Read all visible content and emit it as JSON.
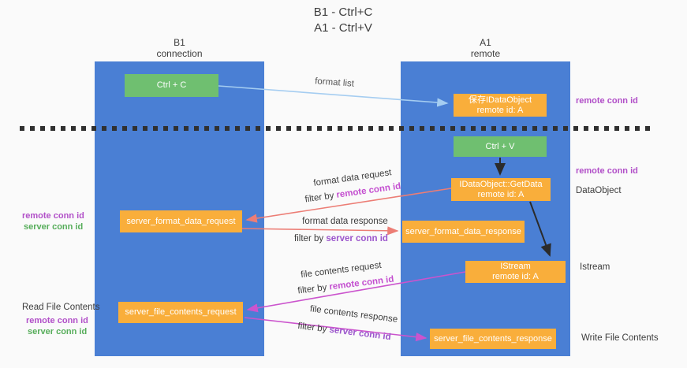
{
  "title": {
    "line1": "B1 - Ctrl+C",
    "line2": "A1 - Ctrl+V"
  },
  "lanes": {
    "left": {
      "name": "B1",
      "role": "connection"
    },
    "right": {
      "name": "A1",
      "role": "remote"
    }
  },
  "nodes": {
    "ctrl_c": {
      "label": "Ctrl + C"
    },
    "save_idataobject": {
      "line1": "保存IDataObject",
      "line2": "remote id: A"
    },
    "ctrl_v": {
      "label": "Ctrl + V"
    },
    "idataobject_getdata": {
      "line1": "IDataObject::GetData",
      "line2": "remote id: A"
    },
    "server_format_data_request": {
      "label": "server_format_data_request"
    },
    "server_format_data_response": {
      "label": "server_format_data_response"
    },
    "istream": {
      "line1": "IStream",
      "line2": "remote id: A"
    },
    "server_file_contents_request": {
      "label": "server_file_contents_request"
    },
    "server_file_contents_response": {
      "label": "server_file_contents_response"
    }
  },
  "annotations": {
    "right": {
      "remote_conn_id_top": "remote conn id",
      "remote_conn_id_mid": "remote conn id",
      "dataobject": "DataObject",
      "istream": "Istream",
      "write_file_contents": "Write File Contents"
    },
    "left": {
      "remote_conn_id_top": "remote conn id",
      "server_conn_id_top": "server conn id",
      "read_file_contents": "Read File Contents",
      "remote_conn_id_bottom": "remote conn id",
      "server_conn_id_bottom": "server conn id"
    }
  },
  "arrows": {
    "format_list": {
      "label": "format list"
    },
    "format_data_request": {
      "label": "format data request",
      "filter_prefix": "filter by ",
      "filter_key": "remote conn id"
    },
    "format_data_response": {
      "label": "format data response",
      "filter_prefix": "filter by ",
      "filter_key": "server conn id"
    },
    "file_contents_request": {
      "label": "file contents request",
      "filter_prefix": "filter by ",
      "filter_key": "remote conn id"
    },
    "file_contents_response": {
      "label": "file contents response",
      "filter_prefix": "filter by ",
      "filter_key": "server conn id"
    }
  },
  "colors": {
    "lane_blue": "#4a7fd4",
    "box_orange": "#f9ae3b",
    "box_green": "#6fbf70",
    "arrow_blue": "#a5cdf1",
    "arrow_red": "#ec7d75",
    "arrow_magenta": "#cb54cd",
    "arrow_black": "#2b2b2b",
    "label_purple": "#b14fc8",
    "label_green": "#56ad5a",
    "text_dark": "#3d3d3d"
  }
}
